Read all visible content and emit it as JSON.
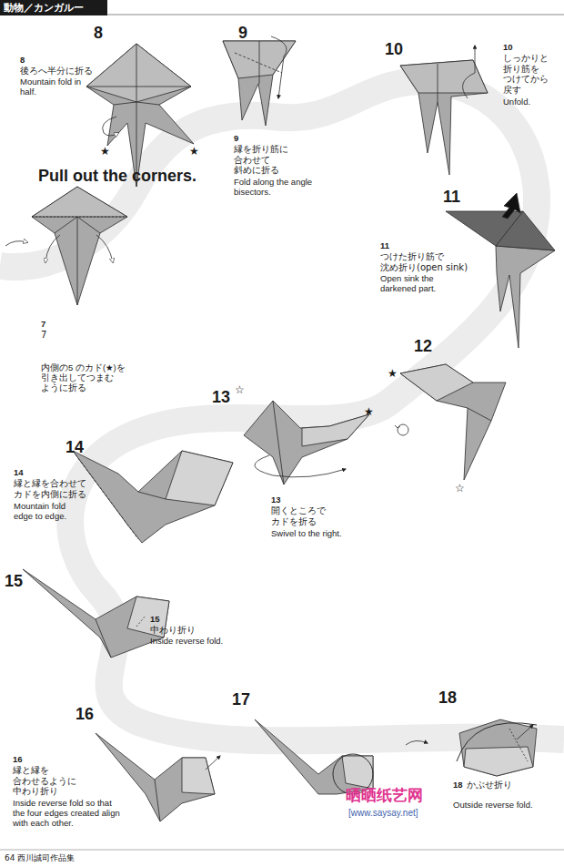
{
  "diagram": {
    "title": "動物／カンガルー",
    "labels": [
      "7",
      "7",
      "内側の5 のカド(★)を 引き出してつまむ ように折る",
      "Pull out the corners.",
      "8",
      "8",
      "後ろへ半分に折る",
      "Mountain fold in half.",
      "★",
      "★",
      "9",
      "9",
      "縁を折り筋に 合わせて 斜めに折る",
      "Fold along the angle bisectors.",
      "10",
      "10",
      "しっかりと 折り筋を つけてから 戻す",
      "Unfold.",
      "11",
      "11",
      "つけた折り筋で 沈め折り(open sink)",
      "Open sink the darkened part.",
      "12",
      "★",
      "☆",
      "13",
      "☆",
      "★",
      "13",
      "開くところで カドを折る",
      "Swivel to the right.",
      "14",
      "14",
      "縁と縁を合わせて カドを内側に折る",
      "Mountain fold edge to edge.",
      "15",
      "15",
      "中わり折り",
      "Inside reverse fold.",
      "16",
      "16",
      "縁と縁を 合わせるように 中わり折り",
      "Inside reverse fold so that the four edges created align with each other.",
      "17",
      "18",
      "18",
      "かぶせ折り",
      "Outside reverse fold.",
      "晒晒纸艺网",
      "[www.saysay.net]",
      "64 西川誠司作品集"
    ]
  }
}
